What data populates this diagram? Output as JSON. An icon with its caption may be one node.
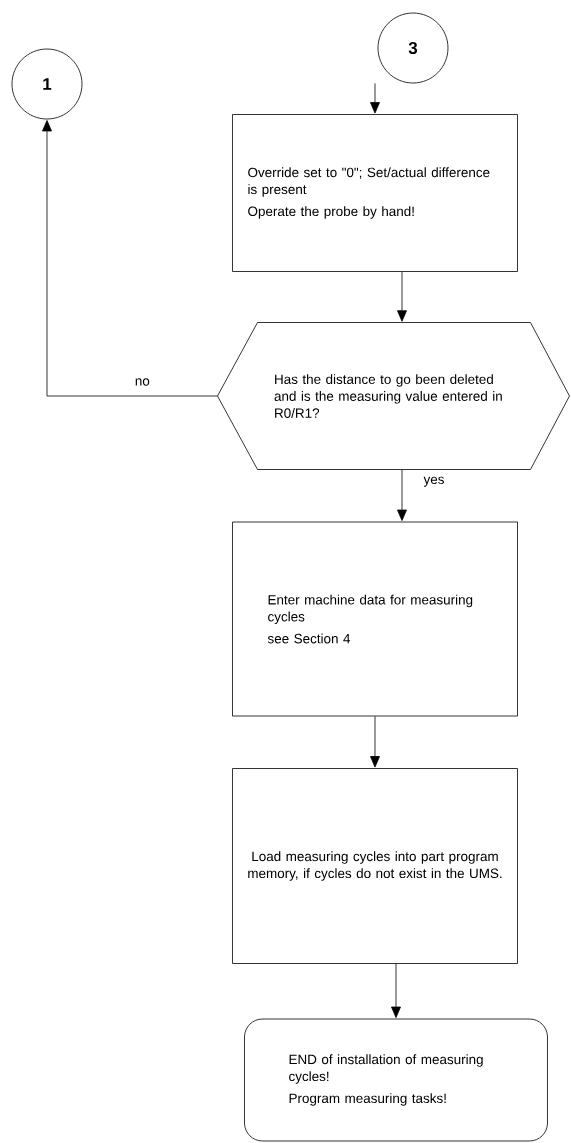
{
  "diagram": {
    "nodes": [
      {
        "text": [
          "3"
        ]
      },
      {
        "text": [
          "Override set to \"0\"; Set/actual difference is present",
          "Operate the probe by hand!"
        ]
      },
      {
        "text": [
          "1"
        ]
      },
      {
        "text": [
          "Has the distance to go been deleted and is the measuring value entered in R0/R1?"
        ]
      },
      {
        "text": [
          "Enter machine data for measuring cycles",
          "see Section 4"
        ]
      },
      {
        "text": [
          "Load measuring cycles into part program memory, if cycles do not exist in the UMS."
        ]
      },
      {
        "text": [
          "END of installation of measuring cycles!",
          "Program measuring tasks!"
        ]
      }
    ],
    "edges": [
      {
        "from": 0,
        "to": 1,
        "arrow": "to"
      },
      {
        "from": 1,
        "to": 3,
        "arrow": "to"
      },
      {
        "from": 3,
        "to": 2,
        "arrow": "to",
        "label": "no"
      },
      {
        "from": 3,
        "to": 4,
        "arrow": "to",
        "label": "yes"
      },
      {
        "from": 4,
        "to": 5,
        "arrow": "to"
      },
      {
        "from": 5,
        "to": 6,
        "arrow": "to"
      }
    ]
  }
}
